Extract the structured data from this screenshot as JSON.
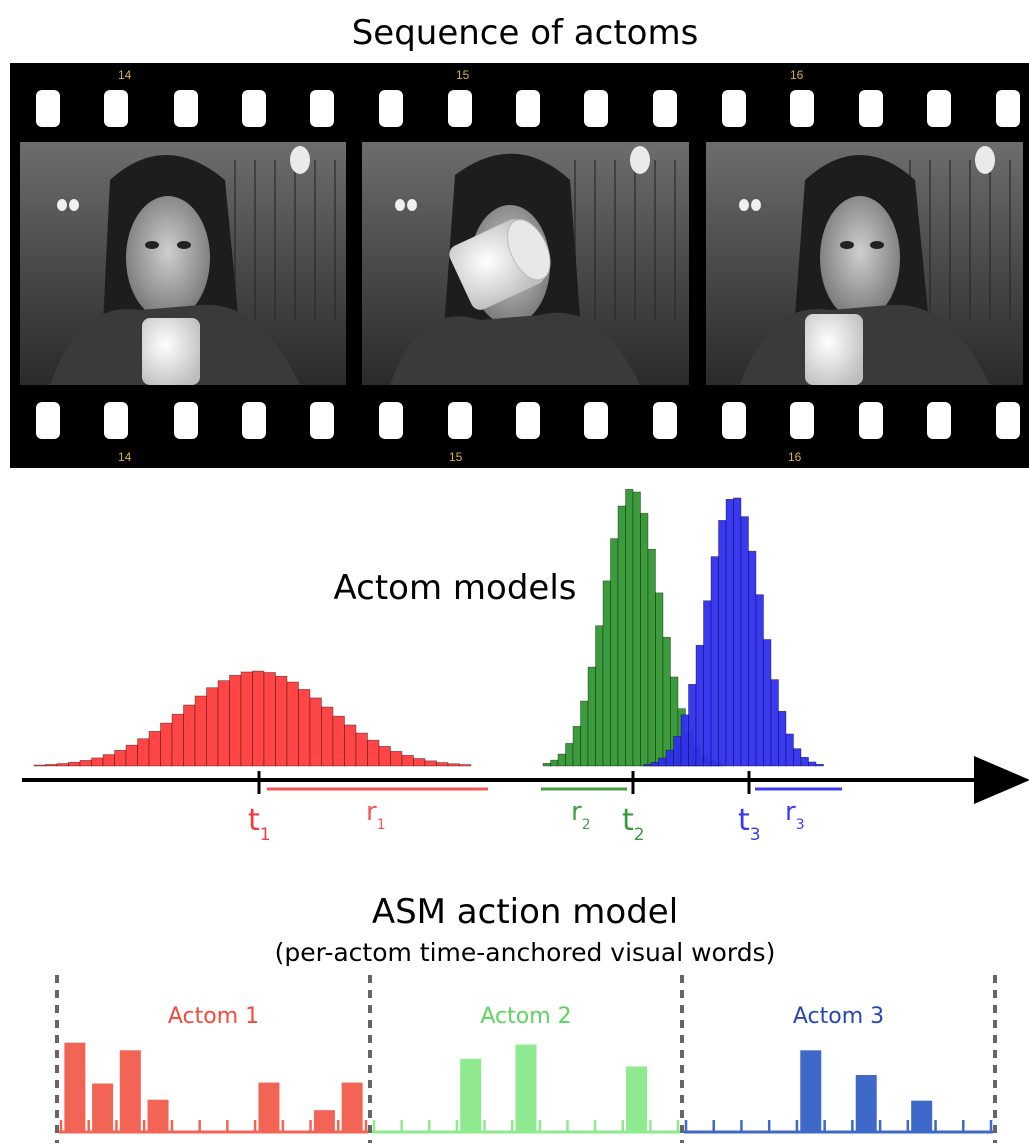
{
  "top_title": "Sequence of actoms",
  "film": {
    "frame_numbers_top": [
      "14",
      "15",
      "16"
    ],
    "frame_numbers_bottom": [
      "14",
      "15",
      "16"
    ]
  },
  "actom_models": {
    "title": "Actom models",
    "markers": [
      {
        "t": "t",
        "t_sub": "1",
        "r": "r",
        "r_sub": "1",
        "color": "#f23c3c"
      },
      {
        "t": "t",
        "t_sub": "2",
        "r": "r",
        "r_sub": "2",
        "color": "#3a9a3a"
      },
      {
        "t": "t",
        "t_sub": "3",
        "r": "r",
        "r_sub": "3",
        "color": "#3a3ae6"
      }
    ],
    "colors": {
      "red": "#ff4545",
      "green": "#3c9b3c",
      "blue": "#2e2ef0"
    }
  },
  "asm": {
    "title": "ASM action model",
    "subtitle": "(per-actom time-anchored visual words)",
    "actoms": [
      {
        "label": "Actom 1",
        "color": "#f26454",
        "label_color": "#f24a3c",
        "values": [
          0.94,
          0.51,
          0.86,
          0.34,
          0,
          0,
          0,
          0.52,
          0,
          0.23,
          0.52
        ]
      },
      {
        "label": "Actom 2",
        "color": "#8fe98f",
        "label_color": "#5fd35f",
        "values": [
          0,
          0,
          0,
          0.77,
          0,
          0.92,
          0,
          0,
          0,
          0.69,
          0
        ]
      },
      {
        "label": "Actom 3",
        "color": "#3f69c9",
        "label_color": "#2646b8",
        "values": [
          0,
          0,
          0,
          0,
          0.86,
          0,
          0.6,
          0,
          0.33,
          0,
          0
        ]
      }
    ]
  }
}
